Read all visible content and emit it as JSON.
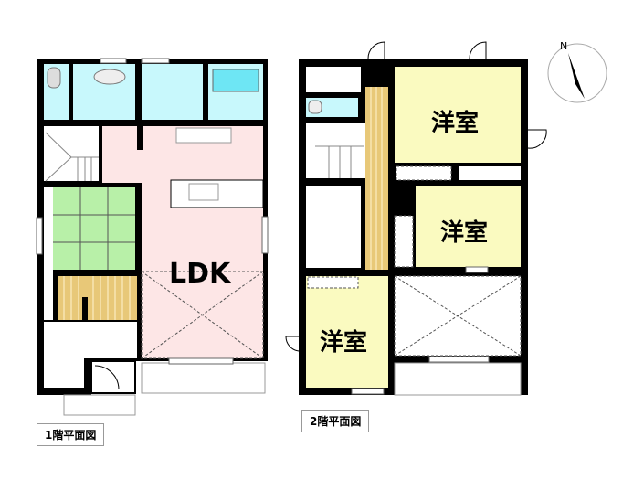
{
  "floor1": {
    "caption": "1階平面図",
    "ldk_label": "LDK"
  },
  "floor2": {
    "caption": "2階平面図",
    "room_label_1": "洋室",
    "room_label_2": "洋室",
    "room_label_3": "洋室"
  },
  "compass": {
    "label": "N"
  },
  "colors": {
    "wall": "#000000",
    "wet": "#c8f8fc",
    "ldk": "#fde6e6",
    "tatami": "#b8f0a8",
    "hall": "#e8c878",
    "room": "#fafac0"
  }
}
